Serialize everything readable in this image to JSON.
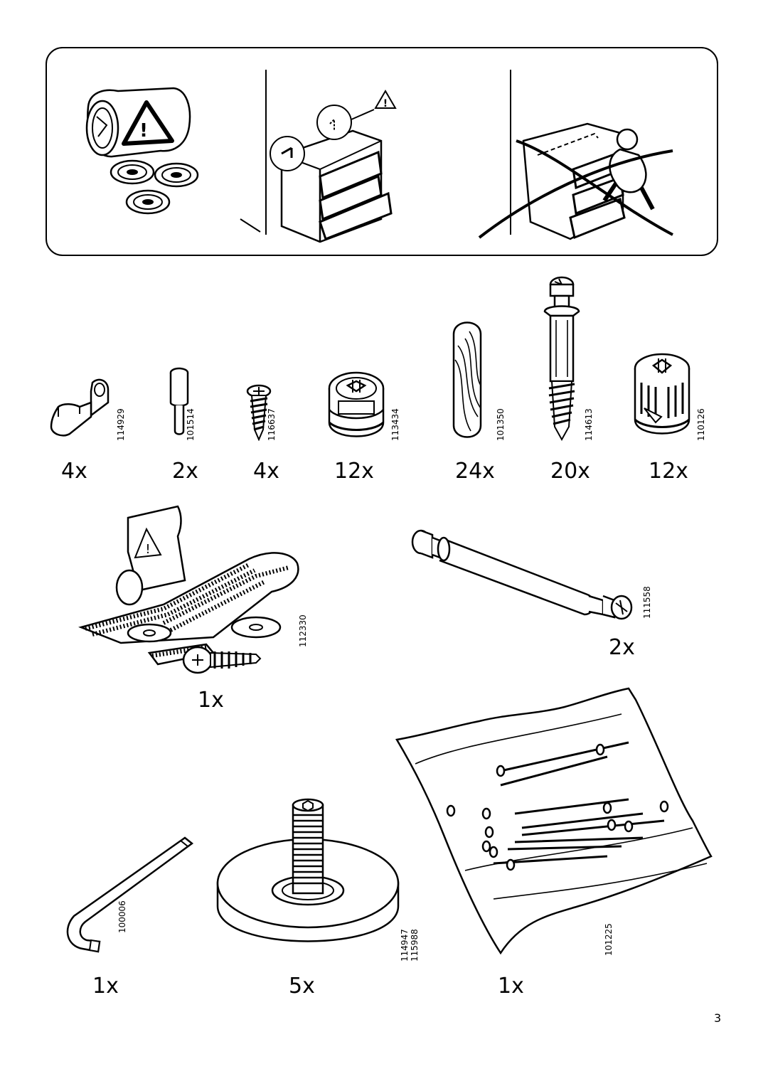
{
  "page": {
    "number": "3"
  },
  "warning_panel": {
    "icons": [
      "warning-triangle-icon",
      "no-climbing-icon"
    ]
  },
  "parts": [
    {
      "code": "114929",
      "quantity": "4x",
      "icon": "wall-bracket-icon"
    },
    {
      "code": "101514",
      "quantity": "2x",
      "icon": "pin-icon"
    },
    {
      "code": "116637",
      "quantity": "4x",
      "icon": "screw-icon"
    },
    {
      "code": "113434",
      "quantity": "12x",
      "icon": "cam-lock-icon"
    },
    {
      "code": "101350",
      "quantity": "24x",
      "icon": "wooden-dowel-icon"
    },
    {
      "code": "114613",
      "quantity": "20x",
      "icon": "cam-bolt-icon"
    },
    {
      "code": "110126",
      "quantity": "12x",
      "icon": "cam-lock-icon"
    },
    {
      "code": "112330",
      "quantity": "1x",
      "icon": "anti-tip-strap-icon"
    },
    {
      "code": "111558",
      "quantity": "2x",
      "icon": "double-cam-bolt-icon"
    },
    {
      "code": "100006",
      "quantity": "1x",
      "icon": "allen-key-icon"
    },
    {
      "codes": [
        "114947",
        "115988"
      ],
      "quantity": "5x",
      "icon": "adjustable-foot-icon"
    },
    {
      "code": "101225",
      "quantity": "1x",
      "icon": "nail-bag-icon"
    }
  ]
}
